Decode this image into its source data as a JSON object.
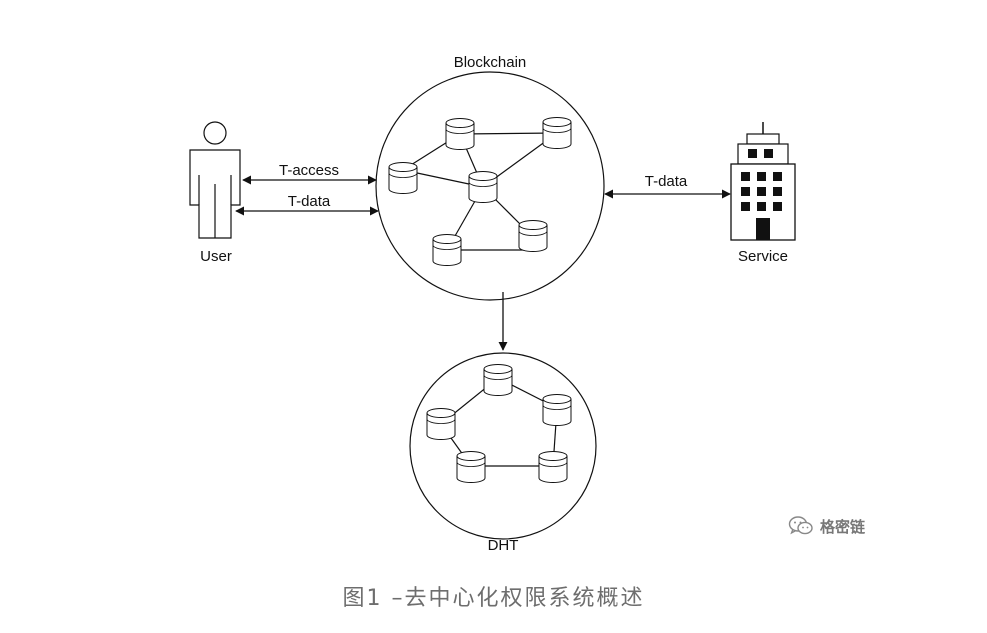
{
  "diagram": {
    "blockchain_label": "Blockchain",
    "dht_label": "DHT",
    "user_label": "User",
    "service_label": "Service",
    "edge_t_access": "T-access",
    "edge_t_data_user": "T-data",
    "edge_t_data_service": "T-data"
  },
  "caption": "图1 –去中心化权限系统概述",
  "watermark": {
    "text": "格密链",
    "icon": "wechat-icon"
  },
  "colors": {
    "stroke": "#111111",
    "caption": "#6d6d6d",
    "watermark": "#777777"
  }
}
